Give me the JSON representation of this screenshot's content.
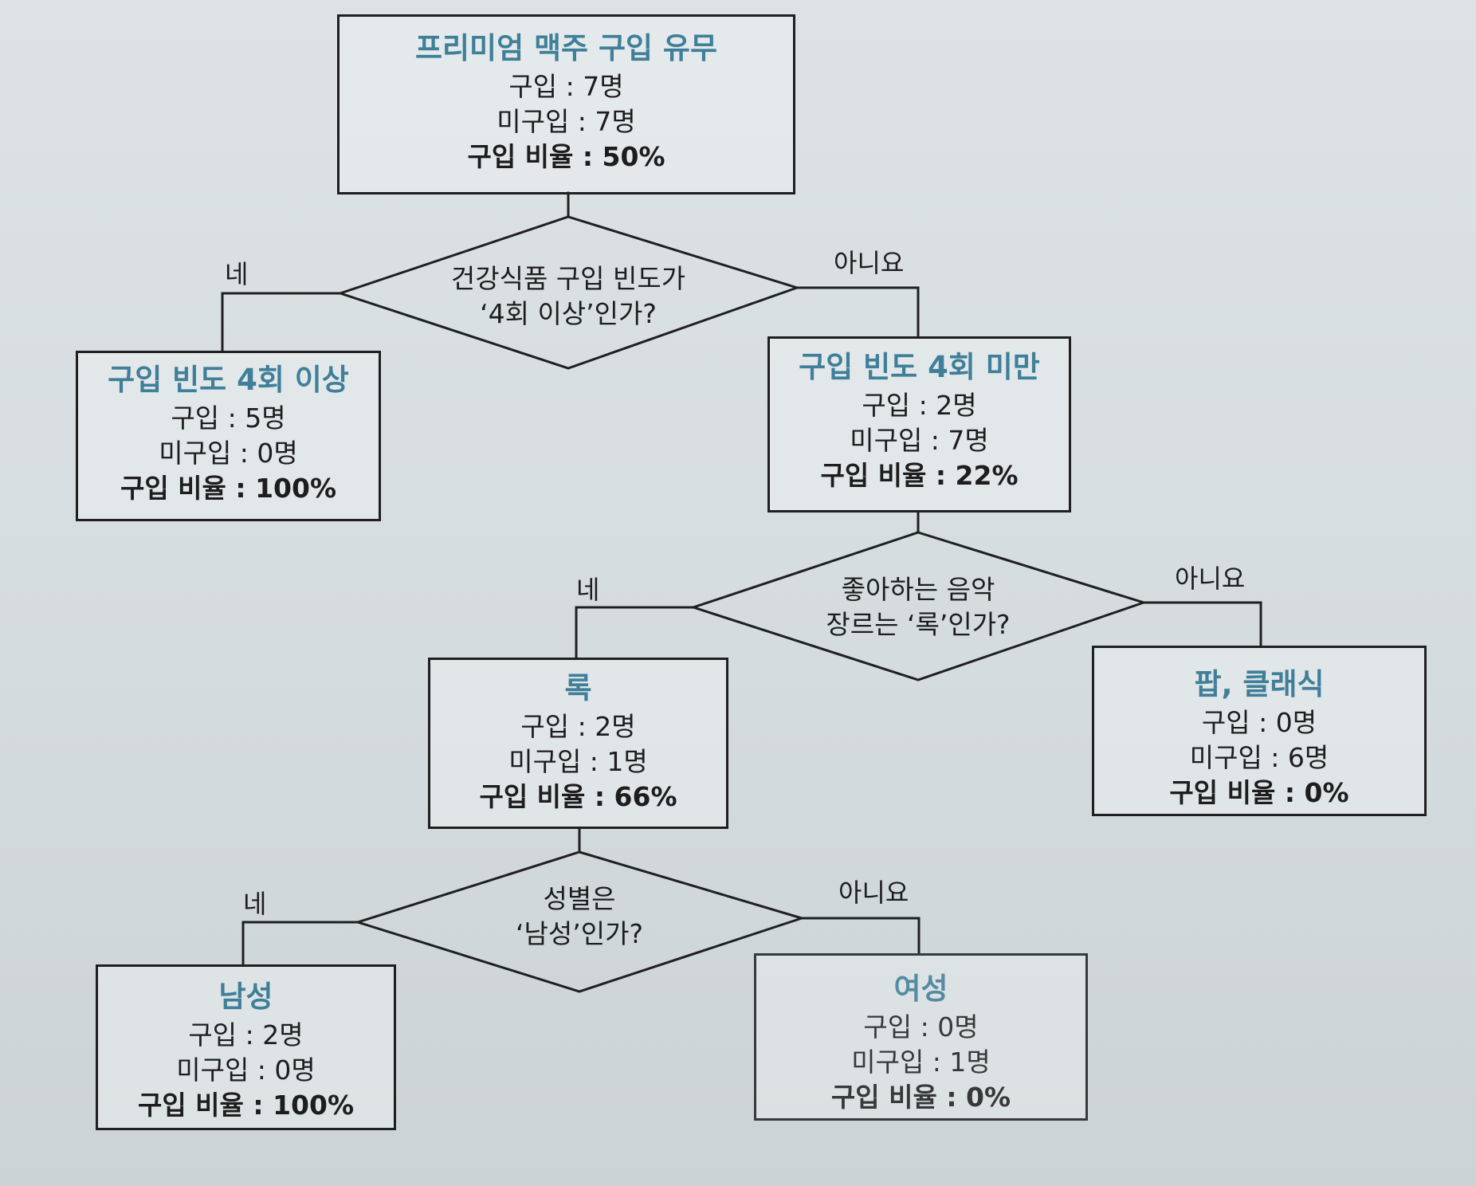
{
  "root": {
    "title": "프리미엄 맥주 구입 유무",
    "buy": "구입 : 7명",
    "nobuy": "미구입 : 7명",
    "rate": "구입 비율 : 50%"
  },
  "q1": {
    "line1": "건강식품 구입 빈도가",
    "line2": "‘4회 이상’인가?",
    "yes": "네",
    "no": "아니요"
  },
  "freq_high": {
    "title": "구입 빈도 4회 이상",
    "buy": "구입 : 5명",
    "nobuy": "미구입 : 0명",
    "rate": "구입 비율 : 100%"
  },
  "freq_low": {
    "title": "구입 빈도 4회 미만",
    "buy": "구입 : 2명",
    "nobuy": "미구입 : 7명",
    "rate": "구입 비율 : 22%"
  },
  "q2": {
    "line1": "좋아하는 음악",
    "line2": "장르는 ‘록’인가?",
    "yes": "네",
    "no": "아니요"
  },
  "rock": {
    "title": "록",
    "buy": "구입 : 2명",
    "nobuy": "미구입 : 1명",
    "rate": "구입 비율 : 66%"
  },
  "pop": {
    "title": "팝, 클래식",
    "buy": "구입 : 0명",
    "nobuy": "미구입 : 6명",
    "rate": "구입 비율 : 0%"
  },
  "q3": {
    "line1": "성별은",
    "line2": "‘남성’인가?",
    "yes": "네",
    "no": "아니요"
  },
  "male": {
    "title": "남성",
    "buy": "구입 : 2명",
    "nobuy": "미구입 : 0명",
    "rate": "구입 비율 : 100%"
  },
  "female": {
    "title": "여성",
    "buy": "구입 : 0명",
    "nobuy": "미구입 : 1명",
    "rate": "구입 비율 : 0%"
  },
  "colors": {
    "title_accent": "#3f7f99",
    "line": "#1f1f1f",
    "background": "#d9dfe1"
  }
}
